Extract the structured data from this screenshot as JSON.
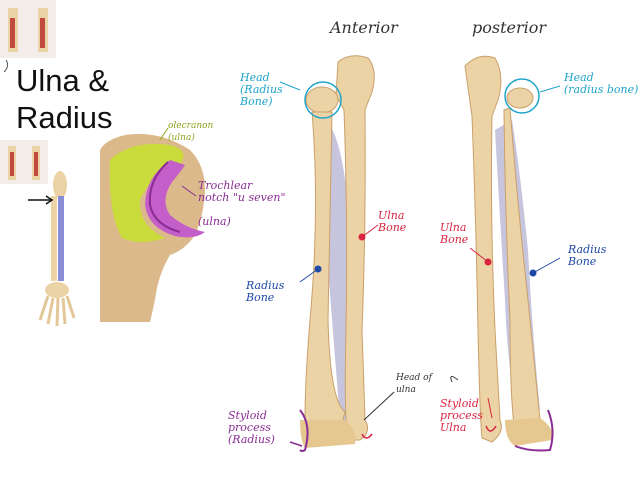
{
  "slide": {
    "title": "Ulna &\nRadius"
  },
  "views": {
    "anterior": "Anterior",
    "posterior": "posterior"
  },
  "labels": {
    "head_radius_anterior": "Head\n(Radius\nBone)",
    "head_radius_posterior": "Head\n(radius bone)",
    "olecranon": "olecranon\n(ulna)",
    "trochlear": "Trochlear\nnotch \"u seven\"\n\n(ulna)",
    "ulna_bone_anterior": "Ulna\nBone",
    "ulna_bone_posterior": "Ulna\nBone",
    "radius_bone_anterior": "Radius\nBone",
    "radius_bone_posterior": "Radius\nBone",
    "styloid_radius": "Styloid\nprocess\n(Radius)",
    "head_of_ulna": "Head of\nulna",
    "styloid_ulna": "Styloid\nprocess\nUlna"
  },
  "colors": {
    "bone": "#ecd3a6",
    "bone_shade": "#c9a06a",
    "membrane": "#b9b6d6",
    "cyan": "#1fa4c9",
    "red": "#d9243f",
    "blue": "#1f49a6",
    "purple": "#8a2c94",
    "green": "#b6cf2a"
  }
}
